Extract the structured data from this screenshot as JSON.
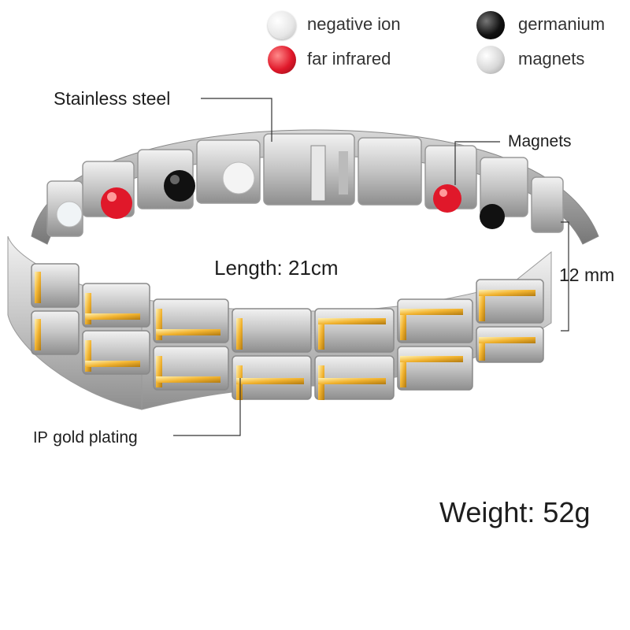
{
  "legend": {
    "items": [
      {
        "label": "negative ion",
        "color": "#f4f4f4"
      },
      {
        "label": "far infrared",
        "color": "#e0182a"
      },
      {
        "label": "germanium",
        "color": "#111111"
      },
      {
        "label": "magnets",
        "color": "#d8d8d8"
      }
    ]
  },
  "callouts": {
    "stainless_steel": "Stainless steel",
    "magnets": "Magnets",
    "length_label": "Length:",
    "length_value": "21cm",
    "width_value": "12 mm",
    "ip_prefix": "IP",
    "gold_plating": "gold plating",
    "weight_label": "Weight:",
    "weight_value": "52g"
  },
  "colors": {
    "steel": "#c9c9c9",
    "gold": "#f2b431",
    "line": "#333333"
  }
}
